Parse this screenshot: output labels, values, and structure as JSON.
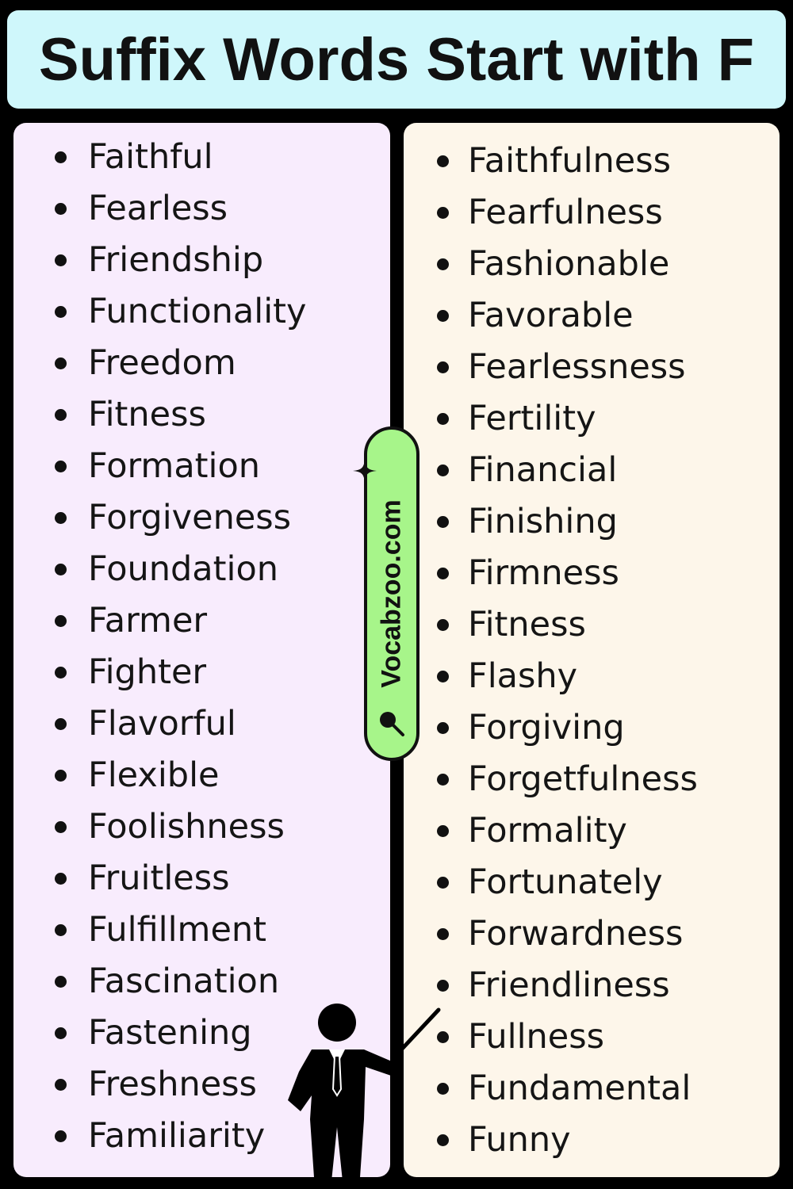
{
  "title": "Suffix Words Start with F",
  "badge": {
    "text": "Vocabzoo.com"
  },
  "columns": {
    "left": [
      "Faithful",
      "Fearless",
      "Friendship",
      "Functionality",
      "Freedom",
      "Fitness",
      "Formation",
      "Forgiveness",
      "Foundation",
      "Farmer",
      "Fighter",
      "Flavorful",
      "Flexible",
      "Foolishness",
      "Fruitless",
      "Fulfillment",
      "Fascination",
      "Fastening",
      "Freshness",
      "Familiarity"
    ],
    "right": [
      "Faithfulness",
      "Fearfulness",
      "Fashionable",
      "Favorable",
      "Fearlessness",
      "Fertility",
      "Financial",
      "Finishing",
      "Firmness",
      "Fitness",
      "Flashy",
      "Forgiving",
      "Forgetfulness",
      "Formality",
      "Fortunately",
      "Forwardness",
      "Friendliness",
      "Fullness",
      "Fundamental",
      "Funny"
    ]
  },
  "colors": {
    "background": "#000000",
    "title_bg": "#cff7fb",
    "left_panel_bg": "#f8ecfd",
    "right_panel_bg": "#fdf6ea",
    "badge_bg": "#a7f58a",
    "text": "#151515"
  },
  "icons": [
    "sparkle-icon",
    "search-icon",
    "teacher-pointing-icon"
  ]
}
